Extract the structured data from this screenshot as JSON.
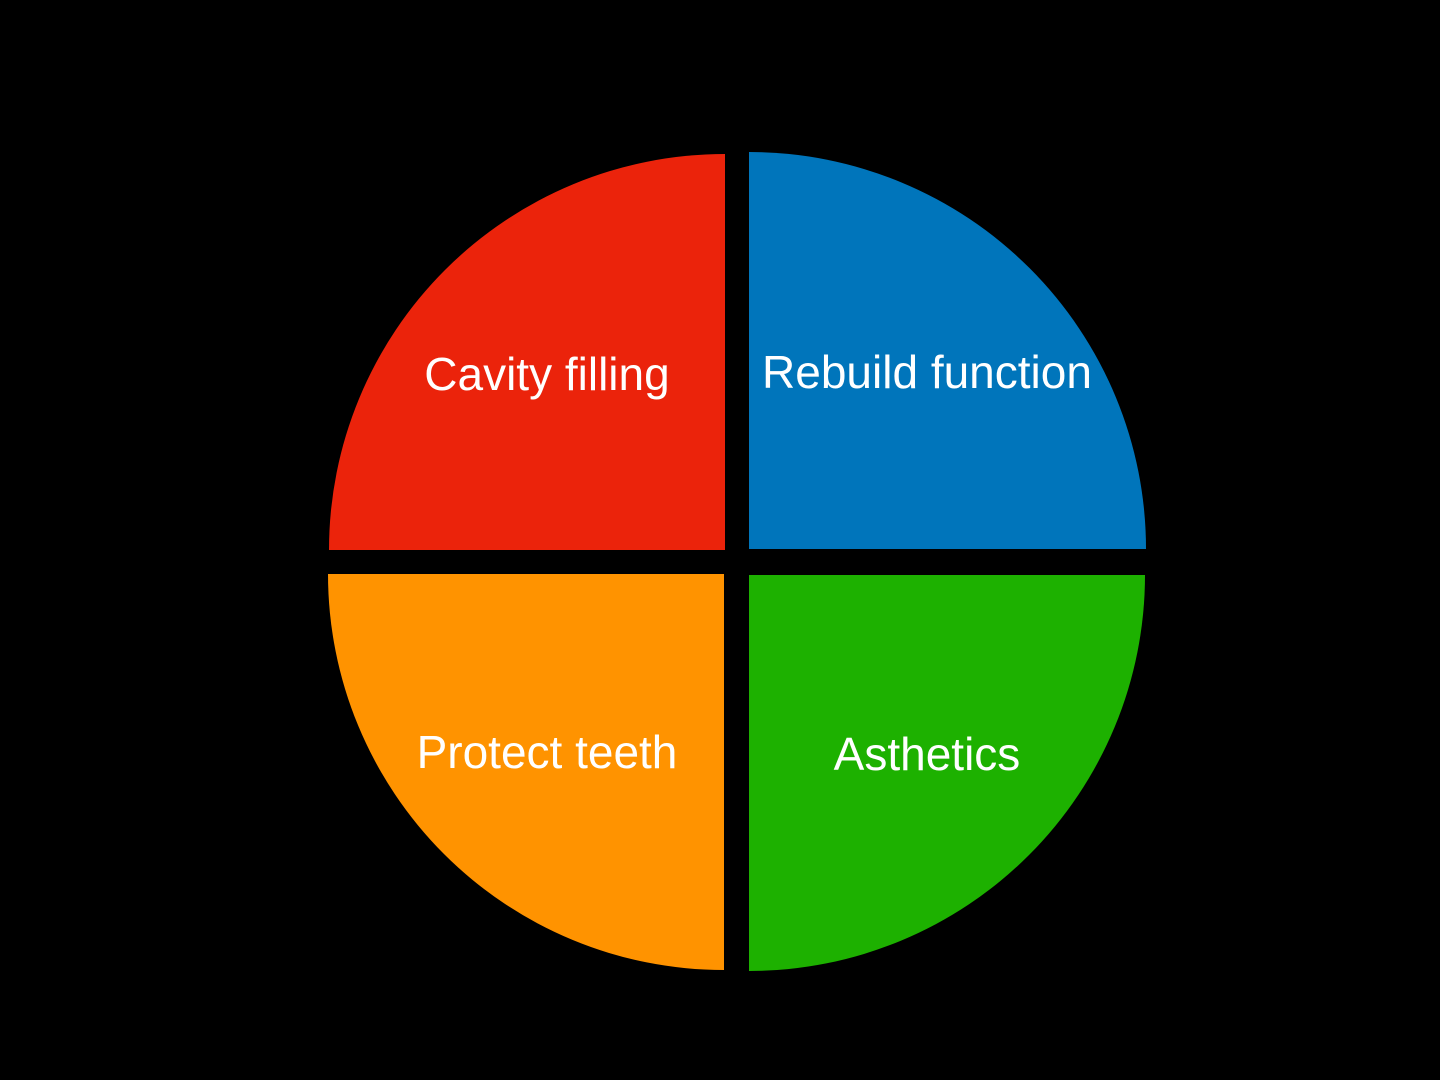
{
  "diagram": {
    "background": "#000000",
    "text_color": "#ffffff",
    "quadrants": [
      {
        "id": "top-left",
        "label": "Cavity filling",
        "color": "#eb230b"
      },
      {
        "id": "top-right",
        "label": "Rebuild function",
        "color": "#0075bb"
      },
      {
        "id": "bottom-left",
        "label": "Protect teeth",
        "color": "#ff9300"
      },
      {
        "id": "bottom-right",
        "label": "Asthetics",
        "color": "#1db100"
      }
    ]
  }
}
